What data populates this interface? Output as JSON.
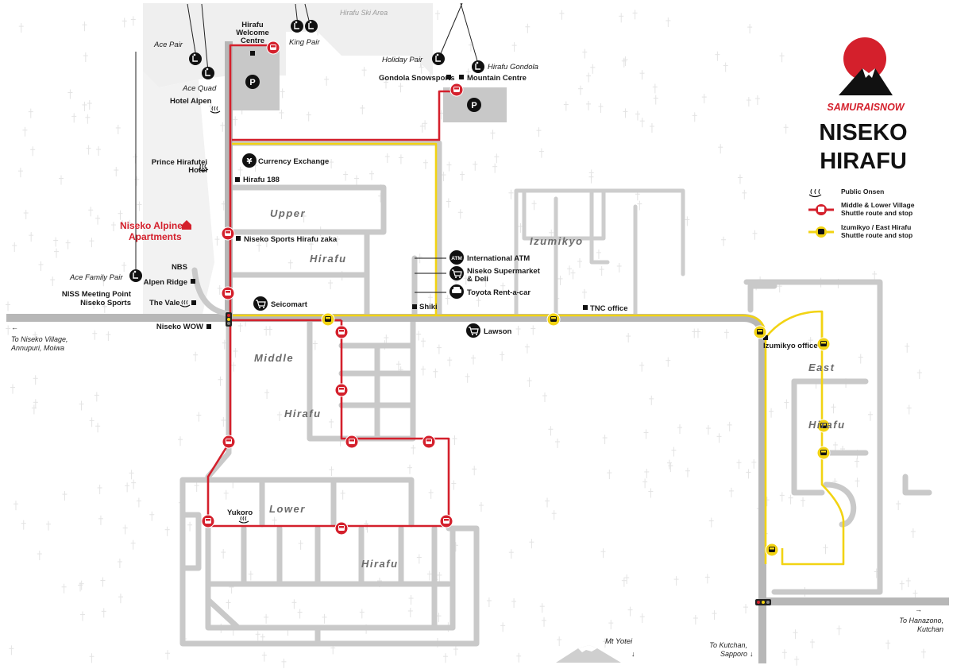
{
  "title": {
    "line1": "NISEKO",
    "line2": "HIRAFU",
    "brand": "SAMURAISNOW"
  },
  "legend": {
    "onsen": "Public Onsen",
    "red_1": "Middle & Lower Village",
    "red_2": "Shuttle route and stop",
    "yellow_1": "Izumikyo / East Hirafu",
    "yellow_2": "Shuttle route and stop"
  },
  "areas": {
    "upper": "Upper",
    "upper_hirafu": "Hirafu",
    "middle": "Middle",
    "middle_hirafu": "Hirafu",
    "lower": "Lower",
    "lower_hirafu": "Hirafu",
    "izumikyo": "Izumikyo",
    "east": "East",
    "east_hirafu": "Hirafu",
    "ski_area": "Hirafu Ski Area"
  },
  "lifts": {
    "ace_pair": "Ace Pair",
    "ace_quad": "Ace Quad",
    "king_pair": "King Pair",
    "holiday_pair": "Holiday Pair",
    "hirafu_gondola": "Hirafu Gondola",
    "ace_family_pair": "Ace Family Pair"
  },
  "places": {
    "welcome_1": "Hirafu",
    "welcome_2": "Welcome",
    "welcome_3": "Centre",
    "hotel_alpen": "Hotel Alpen",
    "prince_1": "Prince Hirafutei",
    "prince_2": "Hotel",
    "currency": "Currency Exchange",
    "hirafu188": "Hirafu 188",
    "gondola_snowsports": "Gondola Snowsports",
    "mountain_centre": "Mountain Centre",
    "sports_zaka": "Niseko Sports Hirafu zaka",
    "nbs": "NBS",
    "alpen_ridge": "Alpen Ridge",
    "niss": "NISS Meeting Point",
    "niseko_sports": "Niseko Sports",
    "vale": "The Vale",
    "seicomart": "Seicomart",
    "niseko_wow": "Niseko WOW",
    "atm": "International ATM",
    "supermarket_1": "Niseko Supermarket",
    "supermarket_2": "& Deli",
    "toyota": "Toyota Rent-a-car",
    "shiki": "Shiki",
    "tnc": "TNC office",
    "lawson": "Lawson",
    "izumikyo_office": "Izumikyo office",
    "yukoro": "Yukoro",
    "apartments_1": "Niseko Alpine",
    "apartments_2": "Apartments",
    "mt_yotei": "Mt Yotei"
  },
  "icons": {
    "parking": "P",
    "atm": "ATM",
    "currency": "¥"
  },
  "directions": {
    "west_1": "To Niseko Village,",
    "west_2": "Annupuri, Moiwa",
    "east_1": "To Hanazono,",
    "east_2": "Kutchan",
    "south_1": "To Kutchan,",
    "south_2": "Sapporo"
  },
  "colors": {
    "red_route": "#d4202c",
    "yellow_route": "#f2d313",
    "road": "#c9c9c9"
  }
}
